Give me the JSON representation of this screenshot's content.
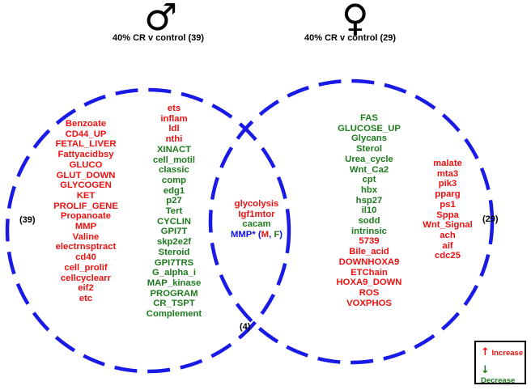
{
  "male": {
    "symbol": "♂",
    "header": "40% CR v control (39)",
    "count": "(39)",
    "red_items": [
      "Benzoate",
      "CD44_UP",
      "FETAL_LIVER",
      "Fattyacidbsy",
      "GLUCO",
      "GLUT_DOWN",
      "GLYCOGEN",
      "KET",
      "PROLIF_GENE",
      "Propanoate",
      "MMP",
      "Valine",
      "electrnsptract",
      "cd40",
      "cell_prolif",
      "cellcyclearr",
      "eif2",
      "etc"
    ],
    "mixed_items": [
      {
        "text": "ets",
        "color": "red"
      },
      {
        "text": "inflam",
        "color": "red"
      },
      {
        "text": "ldl",
        "color": "red"
      },
      {
        "text": "nthi",
        "color": "red"
      },
      {
        "text": "XINACT",
        "color": "green"
      },
      {
        "text": "cell_motil",
        "color": "green"
      },
      {
        "text": "classic",
        "color": "green"
      },
      {
        "text": "comp",
        "color": "green"
      },
      {
        "text": "edg1",
        "color": "green"
      },
      {
        "text": "p27",
        "color": "green"
      },
      {
        "text": "Tert",
        "color": "green"
      },
      {
        "text": "CYCLIN",
        "color": "green"
      },
      {
        "text": "GPI7T",
        "color": "green"
      },
      {
        "text": "skp2e2f",
        "color": "green"
      },
      {
        "text": "Steroid",
        "color": "green"
      },
      {
        "text": "GPI7TRS",
        "color": "green"
      },
      {
        "text": "G_alpha_i",
        "color": "green"
      },
      {
        "text": "MAP_kinase",
        "color": "green"
      },
      {
        "text": "PROGRAM",
        "color": "green"
      },
      {
        "text": "CR_TSPT",
        "color": "green"
      },
      {
        "text": "Complement",
        "color": "green"
      }
    ]
  },
  "female": {
    "symbol": "♀",
    "header": "40% CR v control (29)",
    "count": "(29)",
    "mixed_items": [
      {
        "text": "FAS",
        "color": "green"
      },
      {
        "text": "GLUCOSE_UP",
        "color": "green"
      },
      {
        "text": "Glycans",
        "color": "green"
      },
      {
        "text": "Sterol",
        "color": "green"
      },
      {
        "text": "Urea_cycle",
        "color": "green"
      },
      {
        "text": "Wnt_Ca2",
        "color": "green"
      },
      {
        "text": "cpt",
        "color": "green"
      },
      {
        "text": "hbx",
        "color": "green"
      },
      {
        "text": "hsp27",
        "color": "green"
      },
      {
        "text": "il10",
        "color": "green"
      },
      {
        "text": "sodd",
        "color": "green"
      },
      {
        "text": "intrinsic",
        "color": "green"
      },
      {
        "text": "5739",
        "color": "red"
      },
      {
        "text": "Bile_acid",
        "color": "red"
      },
      {
        "text": "DOWNHOXA9",
        "color": "red"
      },
      {
        "text": "ETChain",
        "color": "red"
      },
      {
        "text": "HOXA9_DOWN",
        "color": "red"
      },
      {
        "text": "ROS",
        "color": "red"
      },
      {
        "text": "VOXPHOS",
        "color": "red"
      }
    ],
    "red_items": [
      "malate",
      "mta3",
      "pik3",
      "pparg",
      "ps1",
      "Sppa",
      "Wnt_Signal",
      "ach",
      "aif",
      "cdc25"
    ]
  },
  "overlap": {
    "count": "(4)",
    "items": [
      {
        "text": "glycolysis",
        "color": "red"
      },
      {
        "text": "Igf1mtor",
        "color": "red"
      },
      {
        "text": "cacam",
        "color": "green"
      }
    ],
    "mmp": {
      "prefix": "MMP* (",
      "m": "M",
      "sep": ", ",
      "f": "F",
      "suffix": ")"
    }
  },
  "legend": {
    "increase_label": "Increase",
    "decrease_label": "Decrease",
    "increase_arrow": "↑",
    "decrease_arrow": "↓"
  },
  "colors": {
    "circle": "#1a1ae6",
    "increase": "#ee1111",
    "decrease": "#1e7a1e",
    "mixed": "#1010ee"
  }
}
